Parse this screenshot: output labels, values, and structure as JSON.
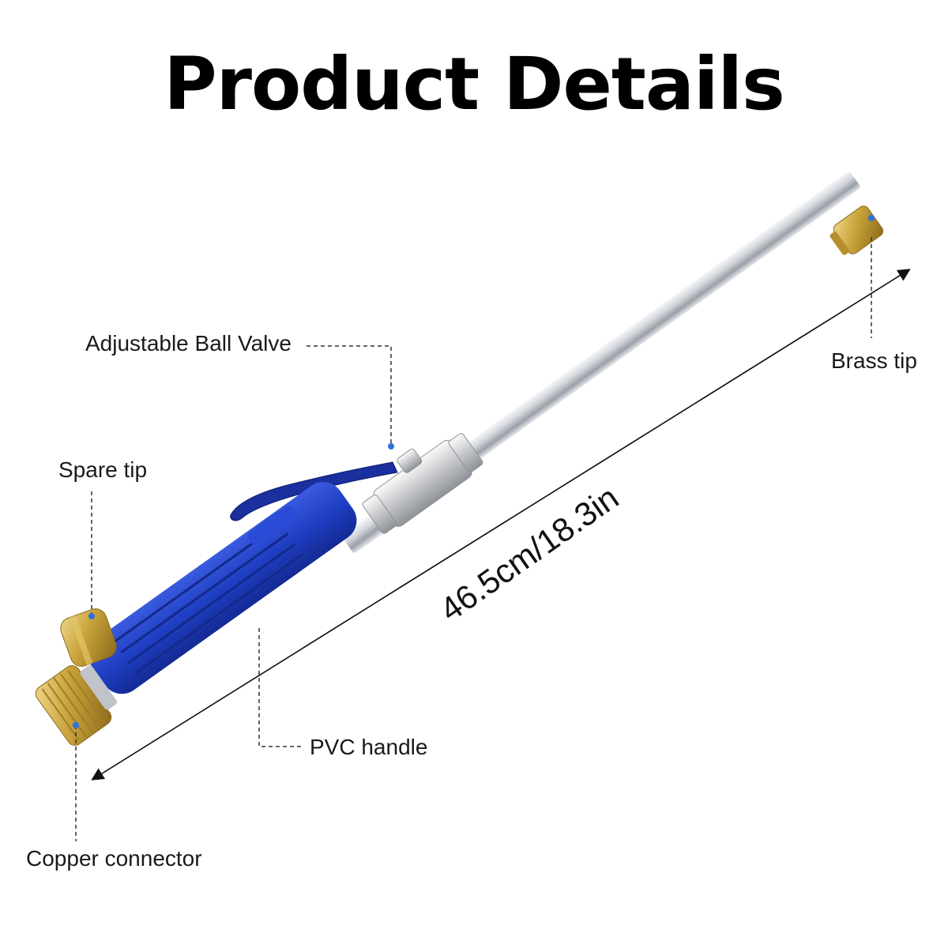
{
  "title": "Product Details",
  "labels": {
    "ball_valve": "Adjustable Ball Valve",
    "spare_tip": "Spare tip",
    "brass_tip": "Brass tip",
    "pvc_handle": "PVC handle",
    "copper_connector": "Copper connector"
  },
  "measurement": "46.5cm/18.3in",
  "colors": {
    "handle_blue": "#1f3fc4",
    "brass": "#c8a23a",
    "steel": "#c9cdd3",
    "lever_blue": "#1b2f9e",
    "marker_dot": "#2f6fe0"
  }
}
